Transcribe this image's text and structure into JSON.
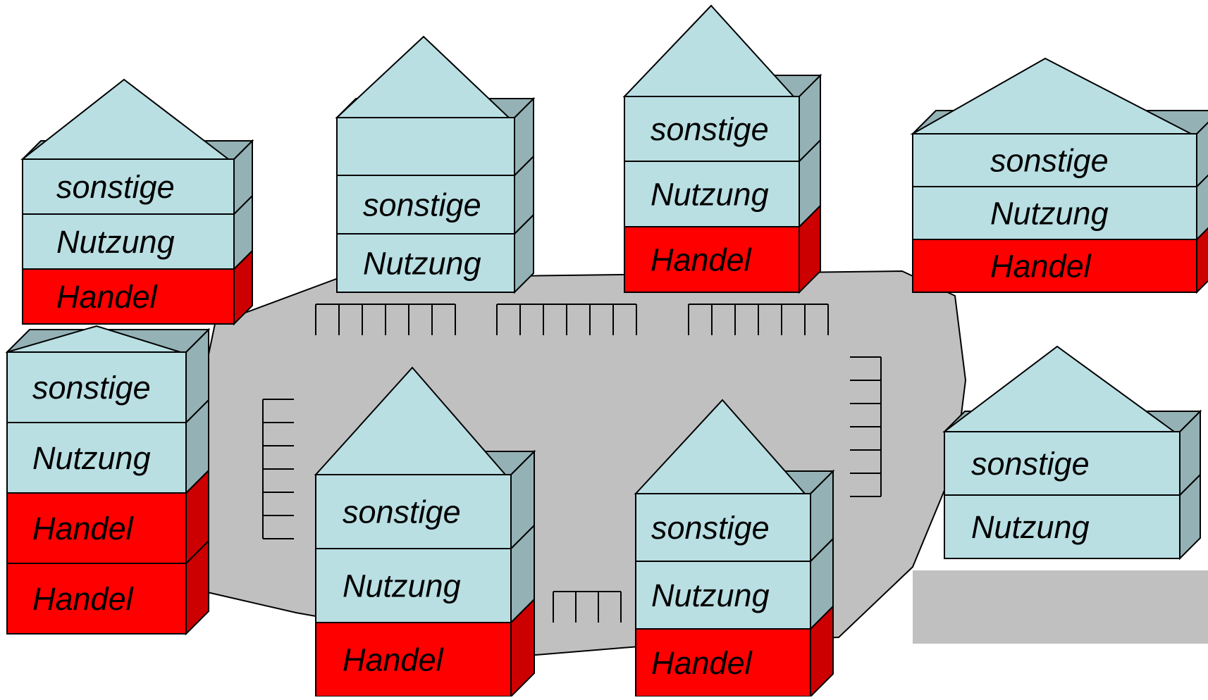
{
  "colors": {
    "floor_other": "#b9dfe3",
    "floor_other_side": "#94b2b5",
    "floor_retail": "#ff0000",
    "floor_retail_side": "#cc0000",
    "roof": "#b9dfe3",
    "plaza": "#c0c0c0",
    "outline": "#000000"
  },
  "buildings": [
    {
      "id": "b1",
      "floors": [
        {
          "type": "retail",
          "label": "Handel"
        },
        {
          "type": "other",
          "label": "Nutzung"
        },
        {
          "type": "other",
          "label": "sonstige"
        }
      ]
    },
    {
      "id": "b2",
      "floors": [
        {
          "type": "other",
          "label": "Nutzung"
        },
        {
          "type": "other",
          "label": "sonstige"
        },
        {
          "type": "other",
          "label": ""
        }
      ]
    },
    {
      "id": "b3",
      "floors": [
        {
          "type": "retail",
          "label": "Handel"
        },
        {
          "type": "other",
          "label": "Nutzung"
        },
        {
          "type": "other",
          "label": "sonstige"
        }
      ]
    },
    {
      "id": "b4",
      "floors": [
        {
          "type": "retail",
          "label": "Handel"
        },
        {
          "type": "other",
          "label": "Nutzung"
        },
        {
          "type": "other",
          "label": "sonstige"
        }
      ]
    },
    {
      "id": "b5",
      "floors": [
        {
          "type": "retail",
          "label": "Handel"
        },
        {
          "type": "retail",
          "label": "Handel"
        },
        {
          "type": "other",
          "label": "Nutzung"
        },
        {
          "type": "other",
          "label": "sonstige"
        }
      ]
    },
    {
      "id": "b6",
      "floors": [
        {
          "type": "retail",
          "label": "Handel"
        },
        {
          "type": "other",
          "label": "Nutzung"
        },
        {
          "type": "other",
          "label": "sonstige"
        }
      ]
    },
    {
      "id": "b7",
      "floors": [
        {
          "type": "retail",
          "label": "Handel"
        },
        {
          "type": "other",
          "label": "Nutzung"
        },
        {
          "type": "other",
          "label": "sonstige"
        }
      ]
    },
    {
      "id": "b8",
      "floors": [
        {
          "type": "other",
          "label": "Nutzung"
        },
        {
          "type": "other",
          "label": "sonstige"
        }
      ]
    }
  ]
}
